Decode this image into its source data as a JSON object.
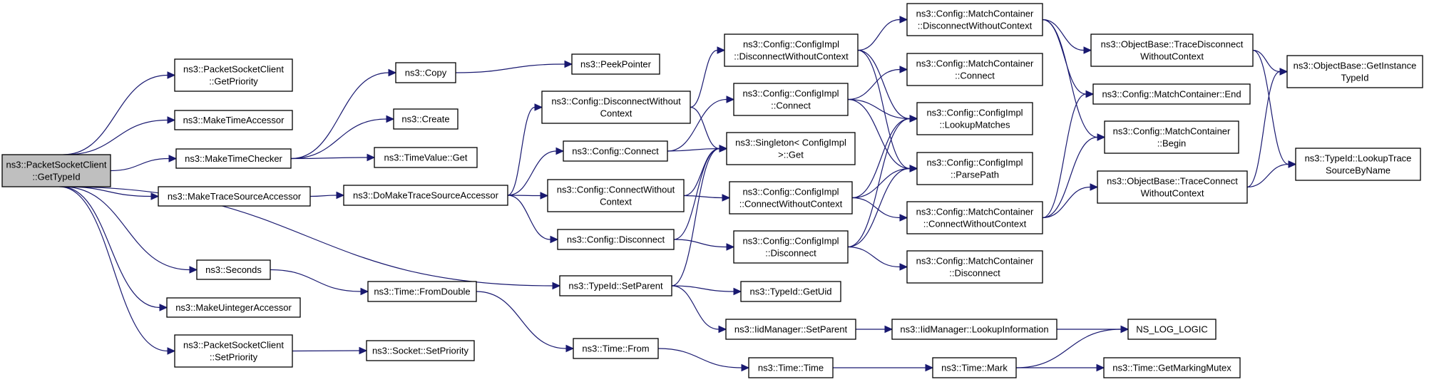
{
  "diagram": {
    "type": "call-graph",
    "root": "get_type_id",
    "colors": {
      "edge": "#191970",
      "root_fill": "#bfbfbf",
      "node_fill": "#ffffff",
      "border": "#000000"
    },
    "nodes": [
      {
        "id": "get_type_id",
        "lines": [
          "ns3::PacketSocketClient",
          "::GetTypeId"
        ],
        "root": true
      },
      {
        "id": "psc_get_priority",
        "lines": [
          "ns3::PacketSocketClient",
          "::GetPriority"
        ]
      },
      {
        "id": "make_time_accessor",
        "lines": [
          "ns3::MakeTimeAccessor"
        ]
      },
      {
        "id": "make_time_checker",
        "lines": [
          "ns3::MakeTimeChecker"
        ]
      },
      {
        "id": "make_trace_source_accessor",
        "lines": [
          "ns3::MakeTraceSourceAccessor"
        ]
      },
      {
        "id": "seconds",
        "lines": [
          "ns3::Seconds"
        ]
      },
      {
        "id": "make_uinteger_accessor",
        "lines": [
          "ns3::MakeUintegerAccessor"
        ]
      },
      {
        "id": "psc_set_priority",
        "lines": [
          "ns3::PacketSocketClient",
          "::SetPriority"
        ]
      },
      {
        "id": "copy",
        "lines": [
          "ns3::Copy"
        ]
      },
      {
        "id": "create",
        "lines": [
          "ns3::Create"
        ]
      },
      {
        "id": "time_value_get",
        "lines": [
          "ns3::TimeValue::Get"
        ]
      },
      {
        "id": "do_make_trace_source_accessor",
        "lines": [
          "ns3::DoMakeTraceSourceAccessor"
        ]
      },
      {
        "id": "time_from_double",
        "lines": [
          "ns3::Time::FromDouble"
        ]
      },
      {
        "id": "socket_set_priority",
        "lines": [
          "ns3::Socket::SetPriority"
        ]
      },
      {
        "id": "peek_pointer",
        "lines": [
          "ns3::PeekPointer"
        ]
      },
      {
        "id": "config_disconnect_wo_ctx",
        "lines": [
          "ns3::Config::DisconnectWithout",
          "Context"
        ]
      },
      {
        "id": "config_connect",
        "lines": [
          "ns3::Config::Connect"
        ]
      },
      {
        "id": "config_connect_wo_ctx",
        "lines": [
          "ns3::Config::ConnectWithout",
          "Context"
        ]
      },
      {
        "id": "config_disconnect",
        "lines": [
          "ns3::Config::Disconnect"
        ]
      },
      {
        "id": "typeid_set_parent",
        "lines": [
          "ns3::TypeId::SetParent"
        ]
      },
      {
        "id": "time_from",
        "lines": [
          "ns3::Time::From"
        ]
      },
      {
        "id": "impl_disconnect_wo_ctx",
        "lines": [
          "ns3::Config::ConfigImpl",
          "::DisconnectWithoutContext"
        ]
      },
      {
        "id": "impl_connect",
        "lines": [
          "ns3::Config::ConfigImpl",
          "::Connect"
        ]
      },
      {
        "id": "singleton_get",
        "lines": [
          "ns3::Singleton< ConfigImpl",
          ">::Get"
        ]
      },
      {
        "id": "impl_connect_wo_ctx",
        "lines": [
          "ns3::Config::ConfigImpl",
          "::ConnectWithoutContext"
        ]
      },
      {
        "id": "impl_disconnect",
        "lines": [
          "ns3::Config::ConfigImpl",
          "::Disconnect"
        ]
      },
      {
        "id": "typeid_get_uid",
        "lines": [
          "ns3::TypeId::GetUid"
        ]
      },
      {
        "id": "iid_set_parent",
        "lines": [
          "ns3::IidManager::SetParent"
        ]
      },
      {
        "id": "time_time",
        "lines": [
          "ns3::Time::Time"
        ]
      },
      {
        "id": "mc_disconnect_wo_ctx",
        "lines": [
          "ns3::Config::MatchContainer",
          "::DisconnectWithoutContext"
        ]
      },
      {
        "id": "mc_connect",
        "lines": [
          "ns3::Config::MatchContainer",
          "::Connect"
        ]
      },
      {
        "id": "impl_lookup_matches",
        "lines": [
          "ns3::Config::ConfigImpl",
          "::LookupMatches"
        ]
      },
      {
        "id": "impl_parse_path",
        "lines": [
          "ns3::Config::ConfigImpl",
          "::ParsePath"
        ]
      },
      {
        "id": "mc_connect_wo_ctx",
        "lines": [
          "ns3::Config::MatchContainer",
          "::ConnectWithoutContext"
        ]
      },
      {
        "id": "mc_disconnect",
        "lines": [
          "ns3::Config::MatchContainer",
          "::Disconnect"
        ]
      },
      {
        "id": "iid_lookup_information",
        "lines": [
          "ns3::IidManager::LookupInformation"
        ]
      },
      {
        "id": "time_mark",
        "lines": [
          "ns3::Time::Mark"
        ]
      },
      {
        "id": "ob_trace_disconnect_wo_ctx",
        "lines": [
          "ns3::ObjectBase::TraceDisconnect",
          "WithoutContext"
        ]
      },
      {
        "id": "mc_end",
        "lines": [
          "ns3::Config::MatchContainer::End"
        ]
      },
      {
        "id": "mc_begin",
        "lines": [
          "ns3::Config::MatchContainer",
          "::Begin"
        ]
      },
      {
        "id": "ob_trace_connect_wo_ctx",
        "lines": [
          "ns3::ObjectBase::TraceConnect",
          "WithoutContext"
        ]
      },
      {
        "id": "ns_log_logic",
        "lines": [
          "NS_LOG_LOGIC"
        ]
      },
      {
        "id": "time_get_marking_mutex",
        "lines": [
          "ns3::Time::GetMarkingMutex"
        ]
      },
      {
        "id": "ob_get_instance_typeid",
        "lines": [
          "ns3::ObjectBase::GetInstance",
          "TypeId"
        ]
      },
      {
        "id": "typeid_lookup_trace_source",
        "lines": [
          "ns3::TypeId::LookupTrace",
          "SourceByName"
        ]
      }
    ],
    "edges": [
      [
        "get_type_id",
        "psc_get_priority"
      ],
      [
        "get_type_id",
        "make_time_accessor"
      ],
      [
        "get_type_id",
        "make_time_checker"
      ],
      [
        "get_type_id",
        "make_trace_source_accessor"
      ],
      [
        "get_type_id",
        "typeid_set_parent"
      ],
      [
        "get_type_id",
        "seconds"
      ],
      [
        "get_type_id",
        "make_uinteger_accessor"
      ],
      [
        "get_type_id",
        "psc_set_priority"
      ],
      [
        "make_time_checker",
        "copy"
      ],
      [
        "make_time_checker",
        "create"
      ],
      [
        "make_time_checker",
        "time_value_get"
      ],
      [
        "make_trace_source_accessor",
        "do_make_trace_source_accessor"
      ],
      [
        "seconds",
        "time_from_double"
      ],
      [
        "psc_set_priority",
        "socket_set_priority"
      ],
      [
        "copy",
        "peek_pointer"
      ],
      [
        "do_make_trace_source_accessor",
        "config_disconnect_wo_ctx"
      ],
      [
        "do_make_trace_source_accessor",
        "config_connect"
      ],
      [
        "do_make_trace_source_accessor",
        "config_connect_wo_ctx"
      ],
      [
        "do_make_trace_source_accessor",
        "config_disconnect"
      ],
      [
        "time_from_double",
        "time_from"
      ],
      [
        "config_disconnect_wo_ctx",
        "impl_disconnect_wo_ctx"
      ],
      [
        "config_disconnect_wo_ctx",
        "singleton_get"
      ],
      [
        "config_connect",
        "impl_connect"
      ],
      [
        "config_connect",
        "singleton_get"
      ],
      [
        "config_connect_wo_ctx",
        "singleton_get"
      ],
      [
        "config_connect_wo_ctx",
        "impl_connect_wo_ctx"
      ],
      [
        "config_disconnect",
        "singleton_get"
      ],
      [
        "config_disconnect",
        "impl_disconnect"
      ],
      [
        "typeid_set_parent",
        "singleton_get"
      ],
      [
        "typeid_set_parent",
        "typeid_get_uid"
      ],
      [
        "typeid_set_parent",
        "iid_set_parent"
      ],
      [
        "time_from",
        "time_time"
      ],
      [
        "impl_disconnect_wo_ctx",
        "mc_disconnect_wo_ctx"
      ],
      [
        "impl_disconnect_wo_ctx",
        "impl_lookup_matches"
      ],
      [
        "impl_disconnect_wo_ctx",
        "impl_parse_path"
      ],
      [
        "impl_connect",
        "mc_connect"
      ],
      [
        "impl_connect",
        "impl_lookup_matches"
      ],
      [
        "impl_connect",
        "impl_parse_path"
      ],
      [
        "impl_connect_wo_ctx",
        "impl_lookup_matches"
      ],
      [
        "impl_connect_wo_ctx",
        "impl_parse_path"
      ],
      [
        "impl_connect_wo_ctx",
        "mc_connect_wo_ctx"
      ],
      [
        "impl_disconnect",
        "impl_lookup_matches"
      ],
      [
        "impl_disconnect",
        "impl_parse_path"
      ],
      [
        "impl_disconnect",
        "mc_disconnect"
      ],
      [
        "iid_set_parent",
        "iid_lookup_information"
      ],
      [
        "time_time",
        "time_mark"
      ],
      [
        "mc_disconnect_wo_ctx",
        "ob_trace_disconnect_wo_ctx"
      ],
      [
        "mc_disconnect_wo_ctx",
        "mc_end"
      ],
      [
        "mc_disconnect_wo_ctx",
        "mc_begin"
      ],
      [
        "mc_connect_wo_ctx",
        "mc_end"
      ],
      [
        "mc_connect_wo_ctx",
        "mc_begin"
      ],
      [
        "mc_connect_wo_ctx",
        "ob_trace_connect_wo_ctx"
      ],
      [
        "iid_lookup_information",
        "ns_log_logic"
      ],
      [
        "time_mark",
        "ns_log_logic"
      ],
      [
        "time_mark",
        "time_get_marking_mutex"
      ],
      [
        "ob_trace_disconnect_wo_ctx",
        "ob_get_instance_typeid"
      ],
      [
        "ob_trace_disconnect_wo_ctx",
        "typeid_lookup_trace_source"
      ],
      [
        "ob_trace_connect_wo_ctx",
        "ob_get_instance_typeid"
      ],
      [
        "ob_trace_connect_wo_ctx",
        "typeid_lookup_trace_source"
      ]
    ]
  }
}
